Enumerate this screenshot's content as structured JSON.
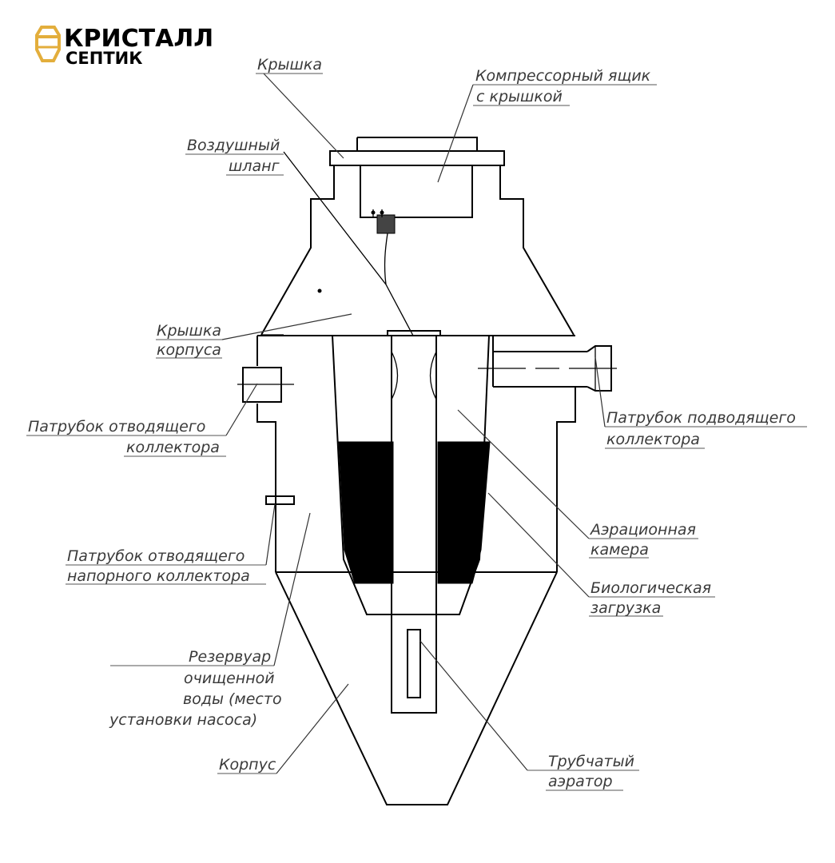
{
  "brand": {
    "name_line1": "КРИСТАЛЛ",
    "name_line2": "СЕПТИК",
    "logo_icon": "crystal-logo-icon",
    "accent_color": "#e3ae3c"
  },
  "labels": {
    "lid": "Крышка",
    "compressor_box_1": "Компрессорный ящик",
    "compressor_box_2": "с крышкой",
    "air_hose_1": "Воздушный",
    "air_hose_2": "шланг",
    "body_lid_1": "Крышка",
    "body_lid_2": "корпуса",
    "outlet_pipe_1": "Патрубок отводящего",
    "outlet_pipe_2": "коллектора",
    "inlet_pipe_1": "Патрубок подводящего",
    "inlet_pipe_2": "коллектора",
    "aeration_1": "Аэрационная",
    "aeration_2": "камера",
    "pressure_outlet_1": "Патрубок отводящего",
    "pressure_outlet_2": "напорного коллектора",
    "bio_load_1": "Биологическая",
    "bio_load_2": "загрузка",
    "reservoir_1": "Резервуар",
    "reservoir_2": "очищенной",
    "reservoir_3": "воды (место",
    "reservoir_4": "установки насоса)",
    "body": "Корпус",
    "aerator_1": "Трубчатый",
    "aerator_2": "аэратор"
  }
}
